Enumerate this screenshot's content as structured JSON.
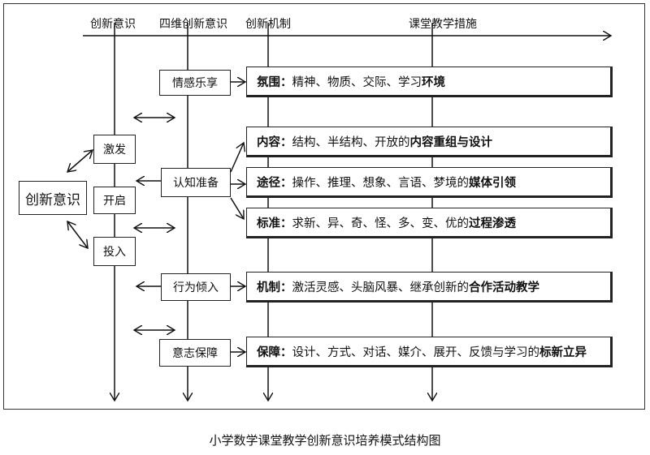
{
  "headers": {
    "col1": "创新意识",
    "col2": "四维创新意识",
    "col3": "创新机制",
    "col4": "课堂教学措施"
  },
  "left": {
    "main": "创新意识",
    "stimulate": "激发",
    "open": "开启",
    "invest": "投入"
  },
  "dimensions": {
    "emotion": "情感乐享",
    "cognition": "认知准备",
    "behavior": "行为倾入",
    "will": "意志保障"
  },
  "measures": [
    {
      "label": "氛围：",
      "text": "精神、物质、交际、学习",
      "emph": "环境"
    },
    {
      "label": "内容：",
      "text": "结构、半结构、开放的",
      "emph": "内容重组与设计"
    },
    {
      "label": "途径：",
      "text": "操作、推理、想象、言语、梦境的",
      "emph": "媒体引领"
    },
    {
      "label": "标准：",
      "text": "求新、异、奇、怪、多、变、优的",
      "emph": "过程渗透"
    },
    {
      "label": "机制：",
      "text": "激活灵感、头脑风暴、继承创新的",
      "emph": "合作活动教学"
    },
    {
      "label": "保障：",
      "text": "设计、方式、对话、媒介、展开、反馈与学习的",
      "emph": "标新立异"
    }
  ],
  "caption": "小学数学课堂教学创新意识培养模式结构图"
}
